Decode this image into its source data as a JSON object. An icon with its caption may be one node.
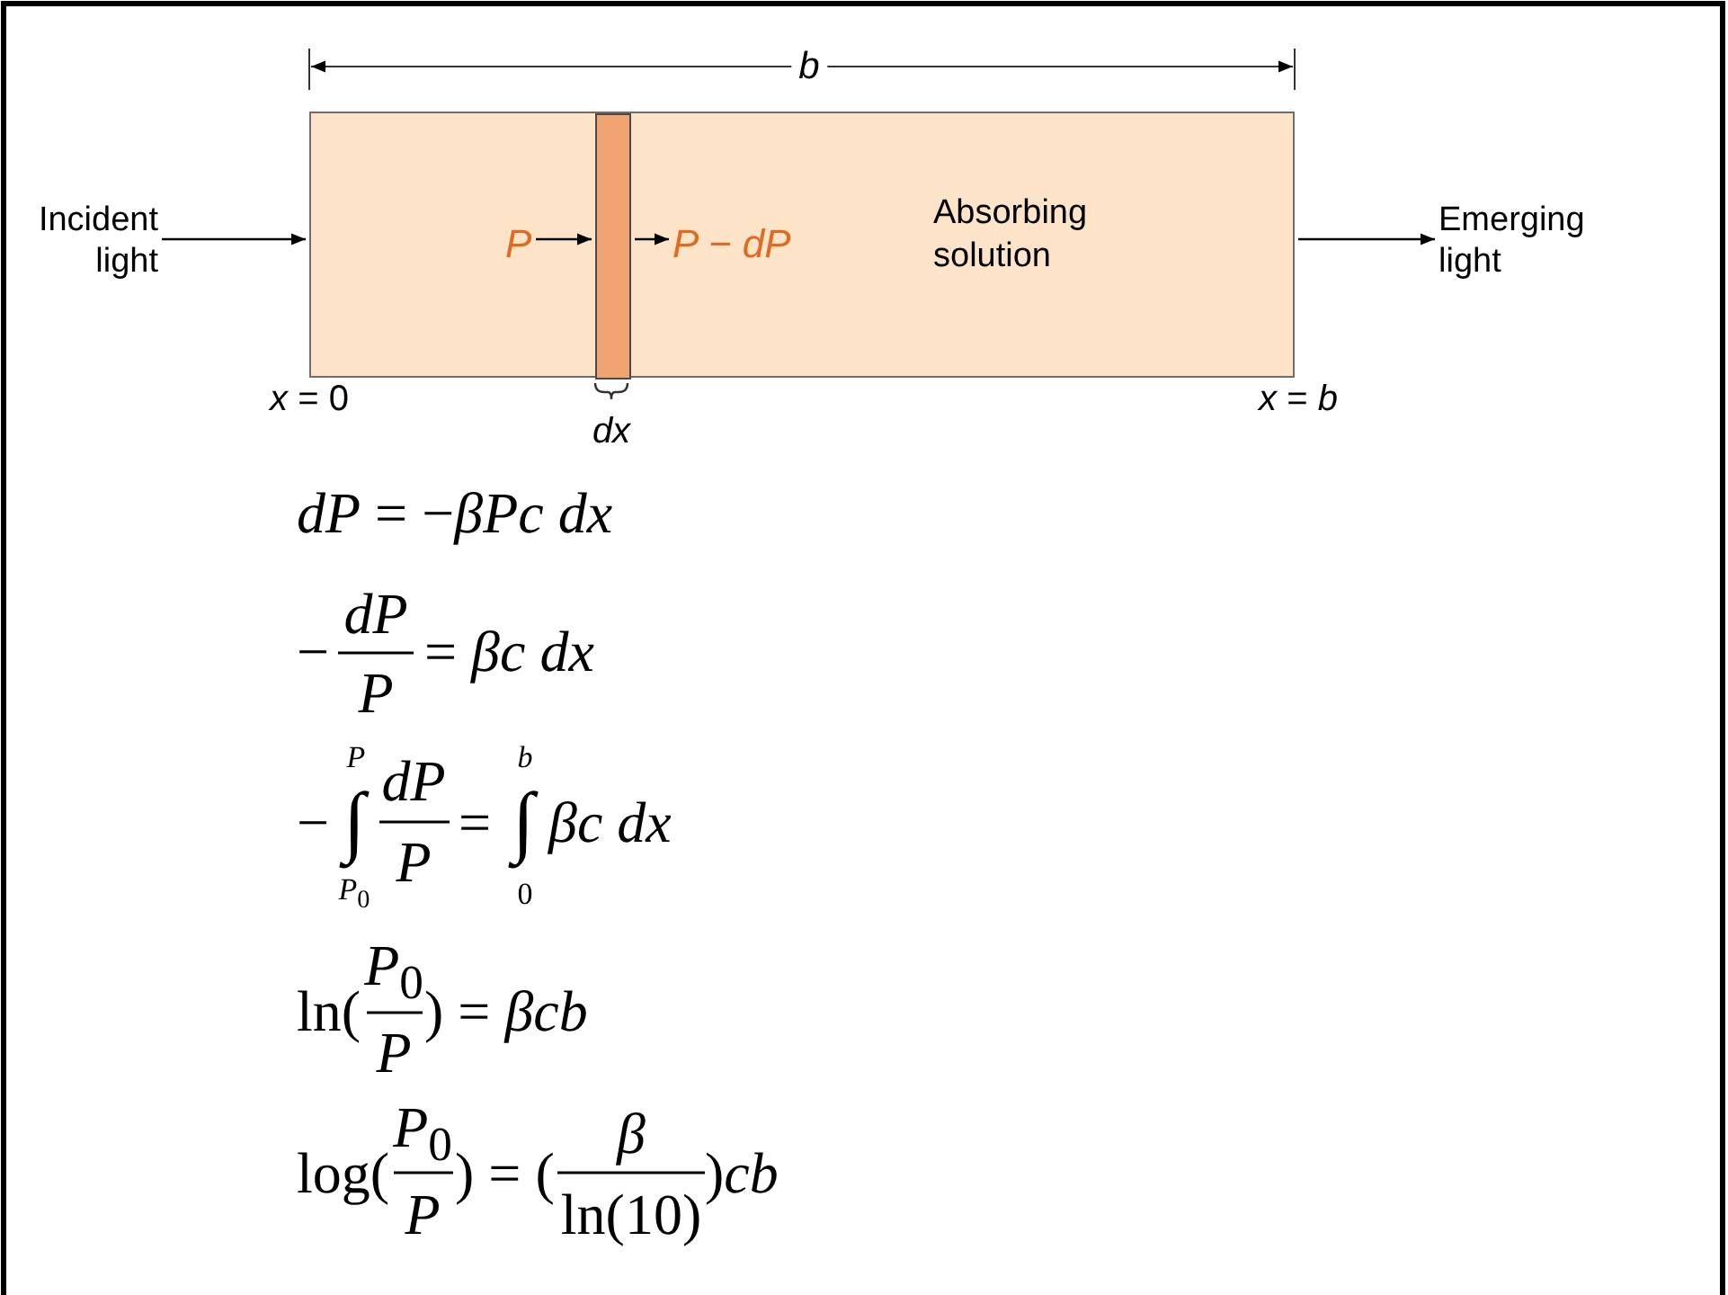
{
  "diagram": {
    "nodes": [
      {
        "text": [
          "Incident light"
        ]
      },
      {
        "text": [
          "Absorbing solution"
        ]
      },
      {
        "text": [
          "P"
        ],
        "in": 1
      },
      {
        "text": [],
        "shape": "bar",
        "in": 1
      },
      {
        "text": [
          "P − dP"
        ],
        "in": 1
      },
      {
        "text": [
          "Emerging light"
        ]
      }
    ],
    "edges": [
      {
        "from": 0,
        "to": 1,
        "arrow": "to"
      },
      {
        "from": 2,
        "to": 3,
        "arrow": "to"
      },
      {
        "from": 3,
        "to": 4,
        "arrow": "to"
      },
      {
        "from": 1,
        "to": 5,
        "arrow": "to"
      }
    ],
    "labels": [
      "b",
      "*x* = 0",
      "dx",
      "*x* = *b*",
      "*dP* = −*βPc dx*",
      "−",
      "dP",
      "P",
      "= *βc dx*",
      "−",
      "∫",
      "P",
      "*P*$_{0}$",
      "dP",
      "P",
      "=",
      "∫",
      "b",
      "0",
      "βc dx",
      "ln(",
      "*P*$_{0}$",
      "P",
      ") = *βcb*",
      "log(",
      "*P*$_{0}$",
      "P",
      ") = (",
      "β",
      "ln(10)",
      ")*cb*"
    ]
  }
}
